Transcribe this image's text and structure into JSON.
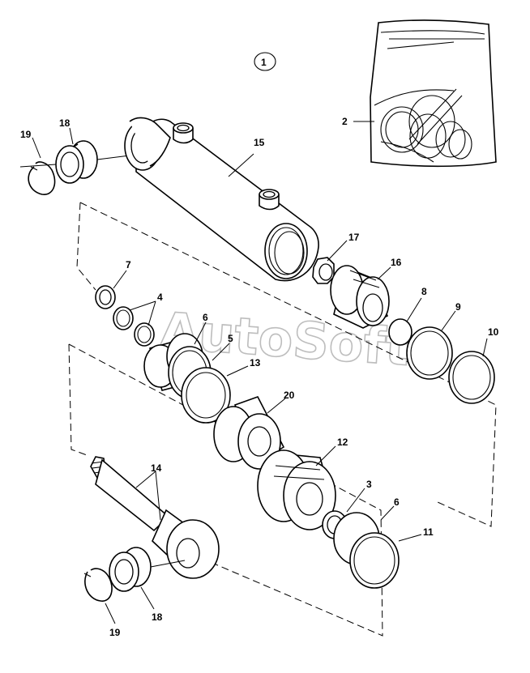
{
  "diagram": {
    "assembly_number": "1",
    "watermark": "AutoSoft",
    "labels": {
      "p19_top": "19",
      "p18_top": "18",
      "p15": "15",
      "p2": "2",
      "p17": "17",
      "p16": "16",
      "p7": "7",
      "p4": "4",
      "p6_top": "6",
      "p5": "5",
      "p8": "8",
      "p9": "9",
      "p10": "10",
      "p13": "13",
      "p20": "20",
      "p12": "12",
      "p14": "14",
      "p3": "3",
      "p6_bottom": "6",
      "p11": "11",
      "p18_bottom": "18",
      "p19_bottom": "19"
    }
  }
}
